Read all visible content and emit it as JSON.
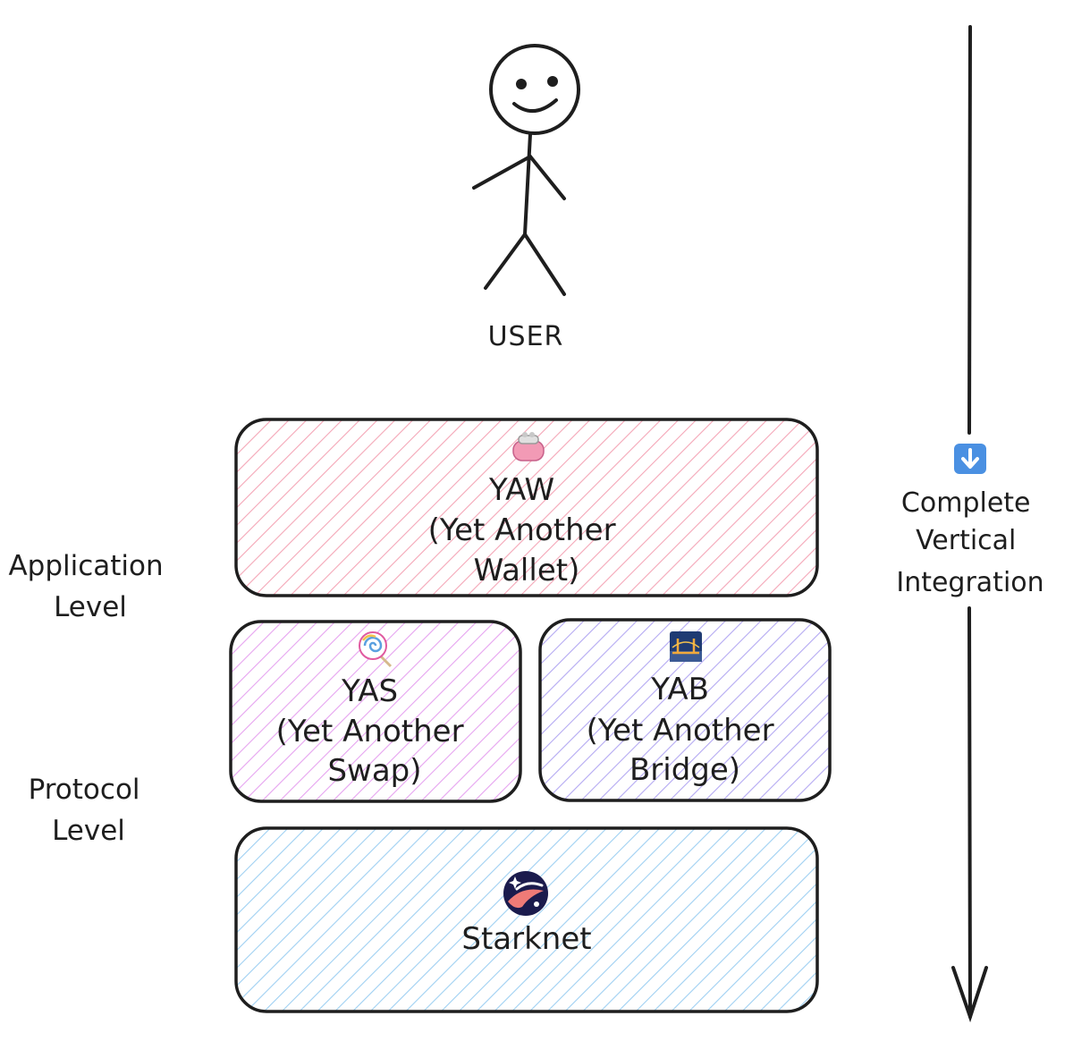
{
  "user": {
    "label": "USER"
  },
  "side_labels": {
    "application": [
      "Application",
      "Level"
    ],
    "protocol": [
      "Protocol",
      "Level"
    ]
  },
  "vertical_integration": {
    "icon": "down-arrow-emoji",
    "lines": [
      "Complete",
      "Vertical",
      "Integration"
    ]
  },
  "boxes": {
    "yaw": {
      "icon": "purse-icon",
      "lines": [
        "YAW",
        "(Yet Another",
        "Wallet)"
      ],
      "color": "#f4a6b7"
    },
    "yas": {
      "icon": "lollipop-icon",
      "lines": [
        "YAS",
        "(Yet Another",
        "Swap)"
      ],
      "color": "#e6a3f0"
    },
    "yab": {
      "icon": "bridge-icon",
      "lines": [
        "YAB",
        "(Yet Another",
        "Bridge)"
      ],
      "color": "#b4a9f2"
    },
    "starknet": {
      "icon": "starknet-logo-icon",
      "lines": [
        "Starknet"
      ],
      "color": "#9fd0f2"
    }
  },
  "colors": {
    "stroke": "#1e1e1e",
    "arrow_badge": "#4a90e2"
  }
}
